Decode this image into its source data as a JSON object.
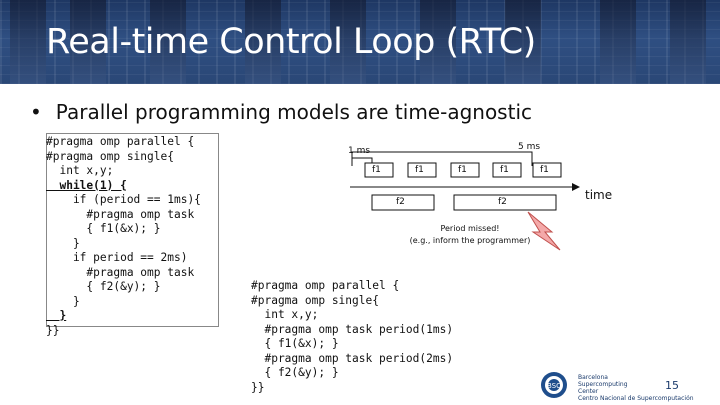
{
  "slide": {
    "title": "Real-time Control Loop (RTC)",
    "bullet": "Parallel programming models are time-agnostic",
    "page_number": "15"
  },
  "left_code": {
    "lines": [
      "#pragma omp parallel {",
      "#pragma omp single{",
      "  int x,y;",
      "  while(1) {",
      "    if (period == 1ms){",
      "      #pragma omp task",
      "      { f1(&x); }",
      "    }",
      "    if period == 2ms)",
      "      #pragma omp task",
      "      { f2(&y); }",
      "    }",
      "  }",
      "}}"
    ]
  },
  "right_code": {
    "lines": [
      "#pragma omp parallel {",
      "#pragma omp single{",
      "  int x,y;",
      "  #pragma omp task period(1ms)",
      "  { f1(&x); }",
      "  #pragma omp task period(2ms)",
      "  { f2(&y); }",
      "}}"
    ]
  },
  "timeline": {
    "label_1ms": "1 ms",
    "label_5ms": "5 ms",
    "f1_label": "f1",
    "f2_label": "f2",
    "time_label": "time",
    "missed_note_line1": "Period missed!",
    "missed_note_line2": "(e.g., inform the programmer)",
    "colors": {
      "missed_flag": "#f4a9a9",
      "missed_flag_border": "#c0504d"
    }
  },
  "logo": {
    "initials": "BSC",
    "text": "Barcelona\nSupercomputing\nCenter\nCentro Nacional de Supercomputación"
  }
}
